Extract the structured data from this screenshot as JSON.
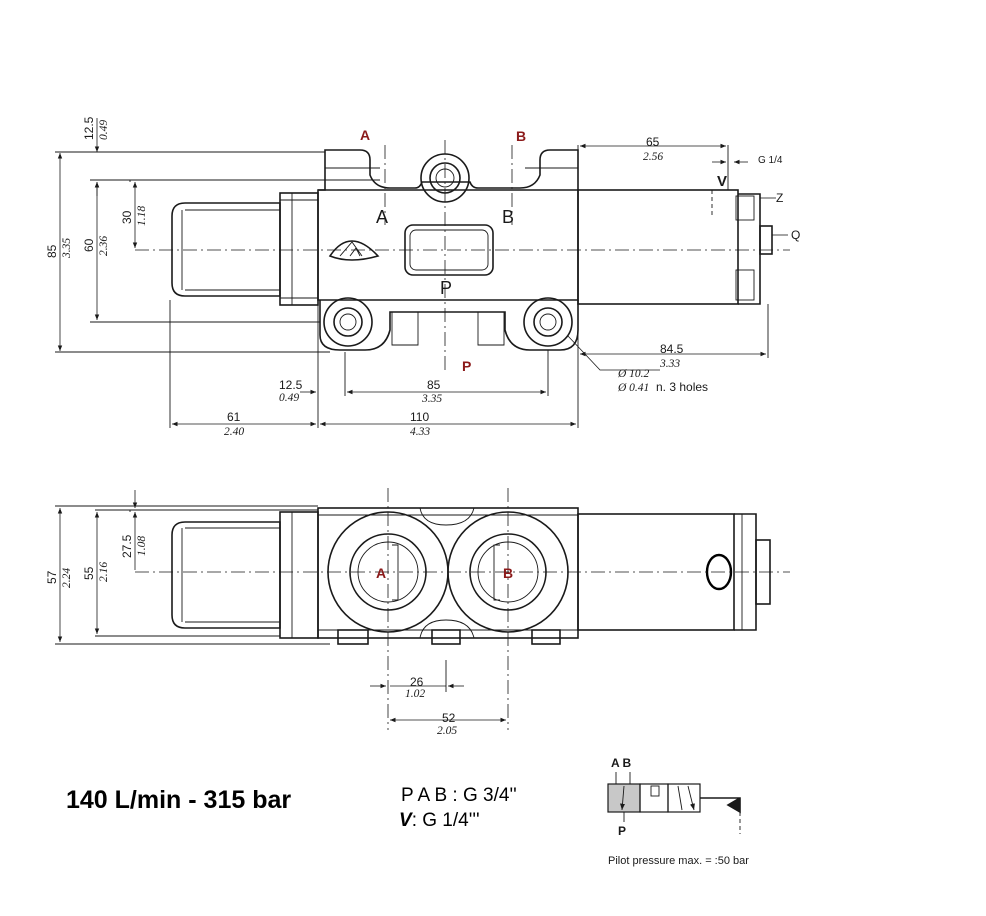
{
  "ports": {
    "a": "A",
    "b": "B",
    "p": "P",
    "v": "V",
    "z": "Z",
    "q": "Q"
  },
  "dims": {
    "top_12_5": "12.5",
    "top_12_5_in": "0.49",
    "d85": "85",
    "d85_in": "3.35",
    "d60": "60",
    "d60_in": "2.36",
    "d30": "30",
    "d30_in": "1.18",
    "d65": "65",
    "d65_in": "2.56",
    "g14": "G 1/4",
    "d84_5": "84.5",
    "d84_5_in": "3.33",
    "hole_dia": "Ø 10.2",
    "hole_dia_in": "Ø 0.41",
    "hole_note": "n. 3 holes",
    "h12_5": "12.5",
    "h12_5_in": "0.49",
    "h85": "85",
    "h85_in": "3.35",
    "h61": "61",
    "h61_in": "2.40",
    "h110": "110",
    "h110_in": "4.33",
    "d57": "57",
    "d57_in": "2.24",
    "d55": "55",
    "d55_in": "2.16",
    "d27_5": "27.5",
    "d27_5_in": "1.08",
    "d26": "26",
    "d26_in": "1.02",
    "d52": "52",
    "d52_in": "2.05"
  },
  "spec": {
    "flow_pressure": "140 L/min - 315 bar",
    "pab_label": "P A B : G 3/4''",
    "v_letter": "V",
    "v_thread": ": G 1/4'''",
    "symbol_ab": "A B",
    "symbol_p": "P",
    "pilot_note": "Pilot pressure max. = :50 bar"
  }
}
